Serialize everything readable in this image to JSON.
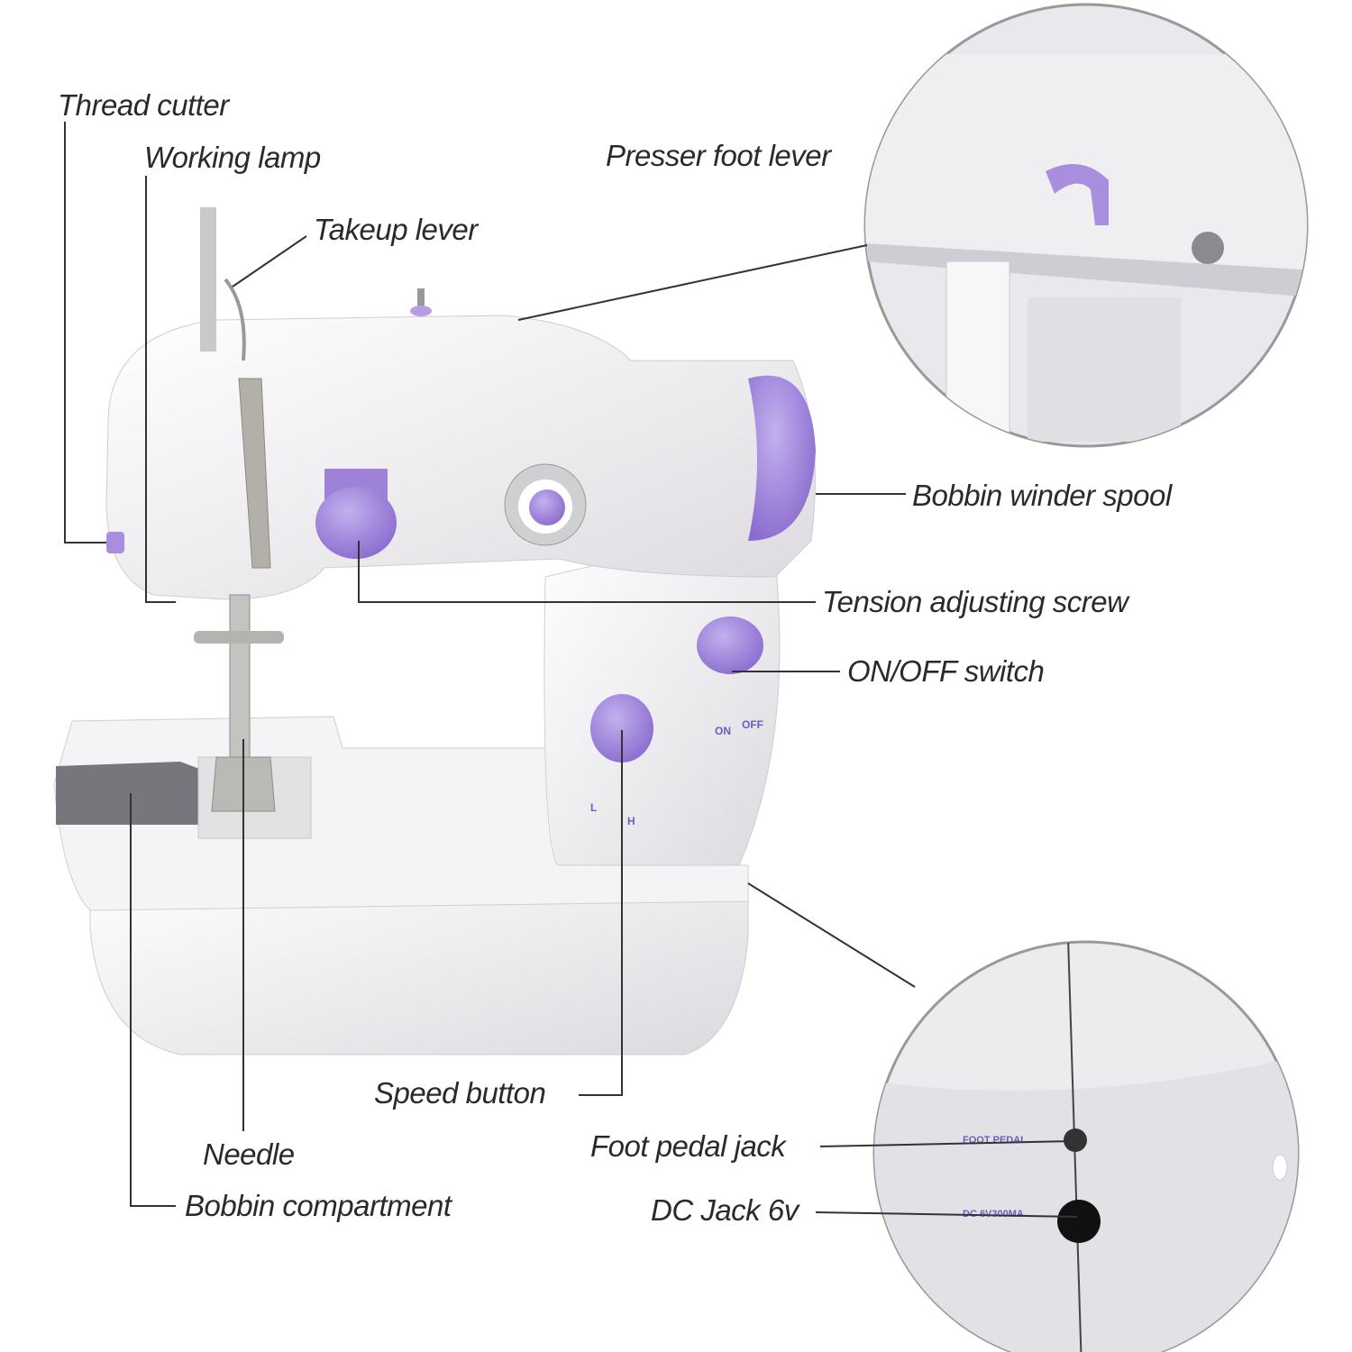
{
  "labels": {
    "thread_cutter": "Thread cutter",
    "working_lamp": "Working lamp",
    "takeup_lever": "Takeup lever",
    "presser_foot_lever": "Presser foot lever",
    "bobbin_winder_spool": "Bobbin winder spool",
    "tension_adjusting_screw": "Tension adjusting screw",
    "on_off_switch": "ON/OFF switch",
    "speed_button": "Speed button",
    "needle": "Needle",
    "bobbin_compartment": "Bobbin compartment",
    "foot_pedal_jack": "Foot pedal jack",
    "dc_jack": "DC Jack 6v"
  },
  "machine_markings": {
    "on": "ON",
    "off": "OFF",
    "low": "L",
    "high": "H",
    "foot_pedal": "FOOT PEDAL",
    "dc_rating": "DC 6V300MA"
  },
  "colors": {
    "accent_purple": "#9b7fd6",
    "body_white": "#f2f1f3",
    "leader_line": "#333333"
  }
}
